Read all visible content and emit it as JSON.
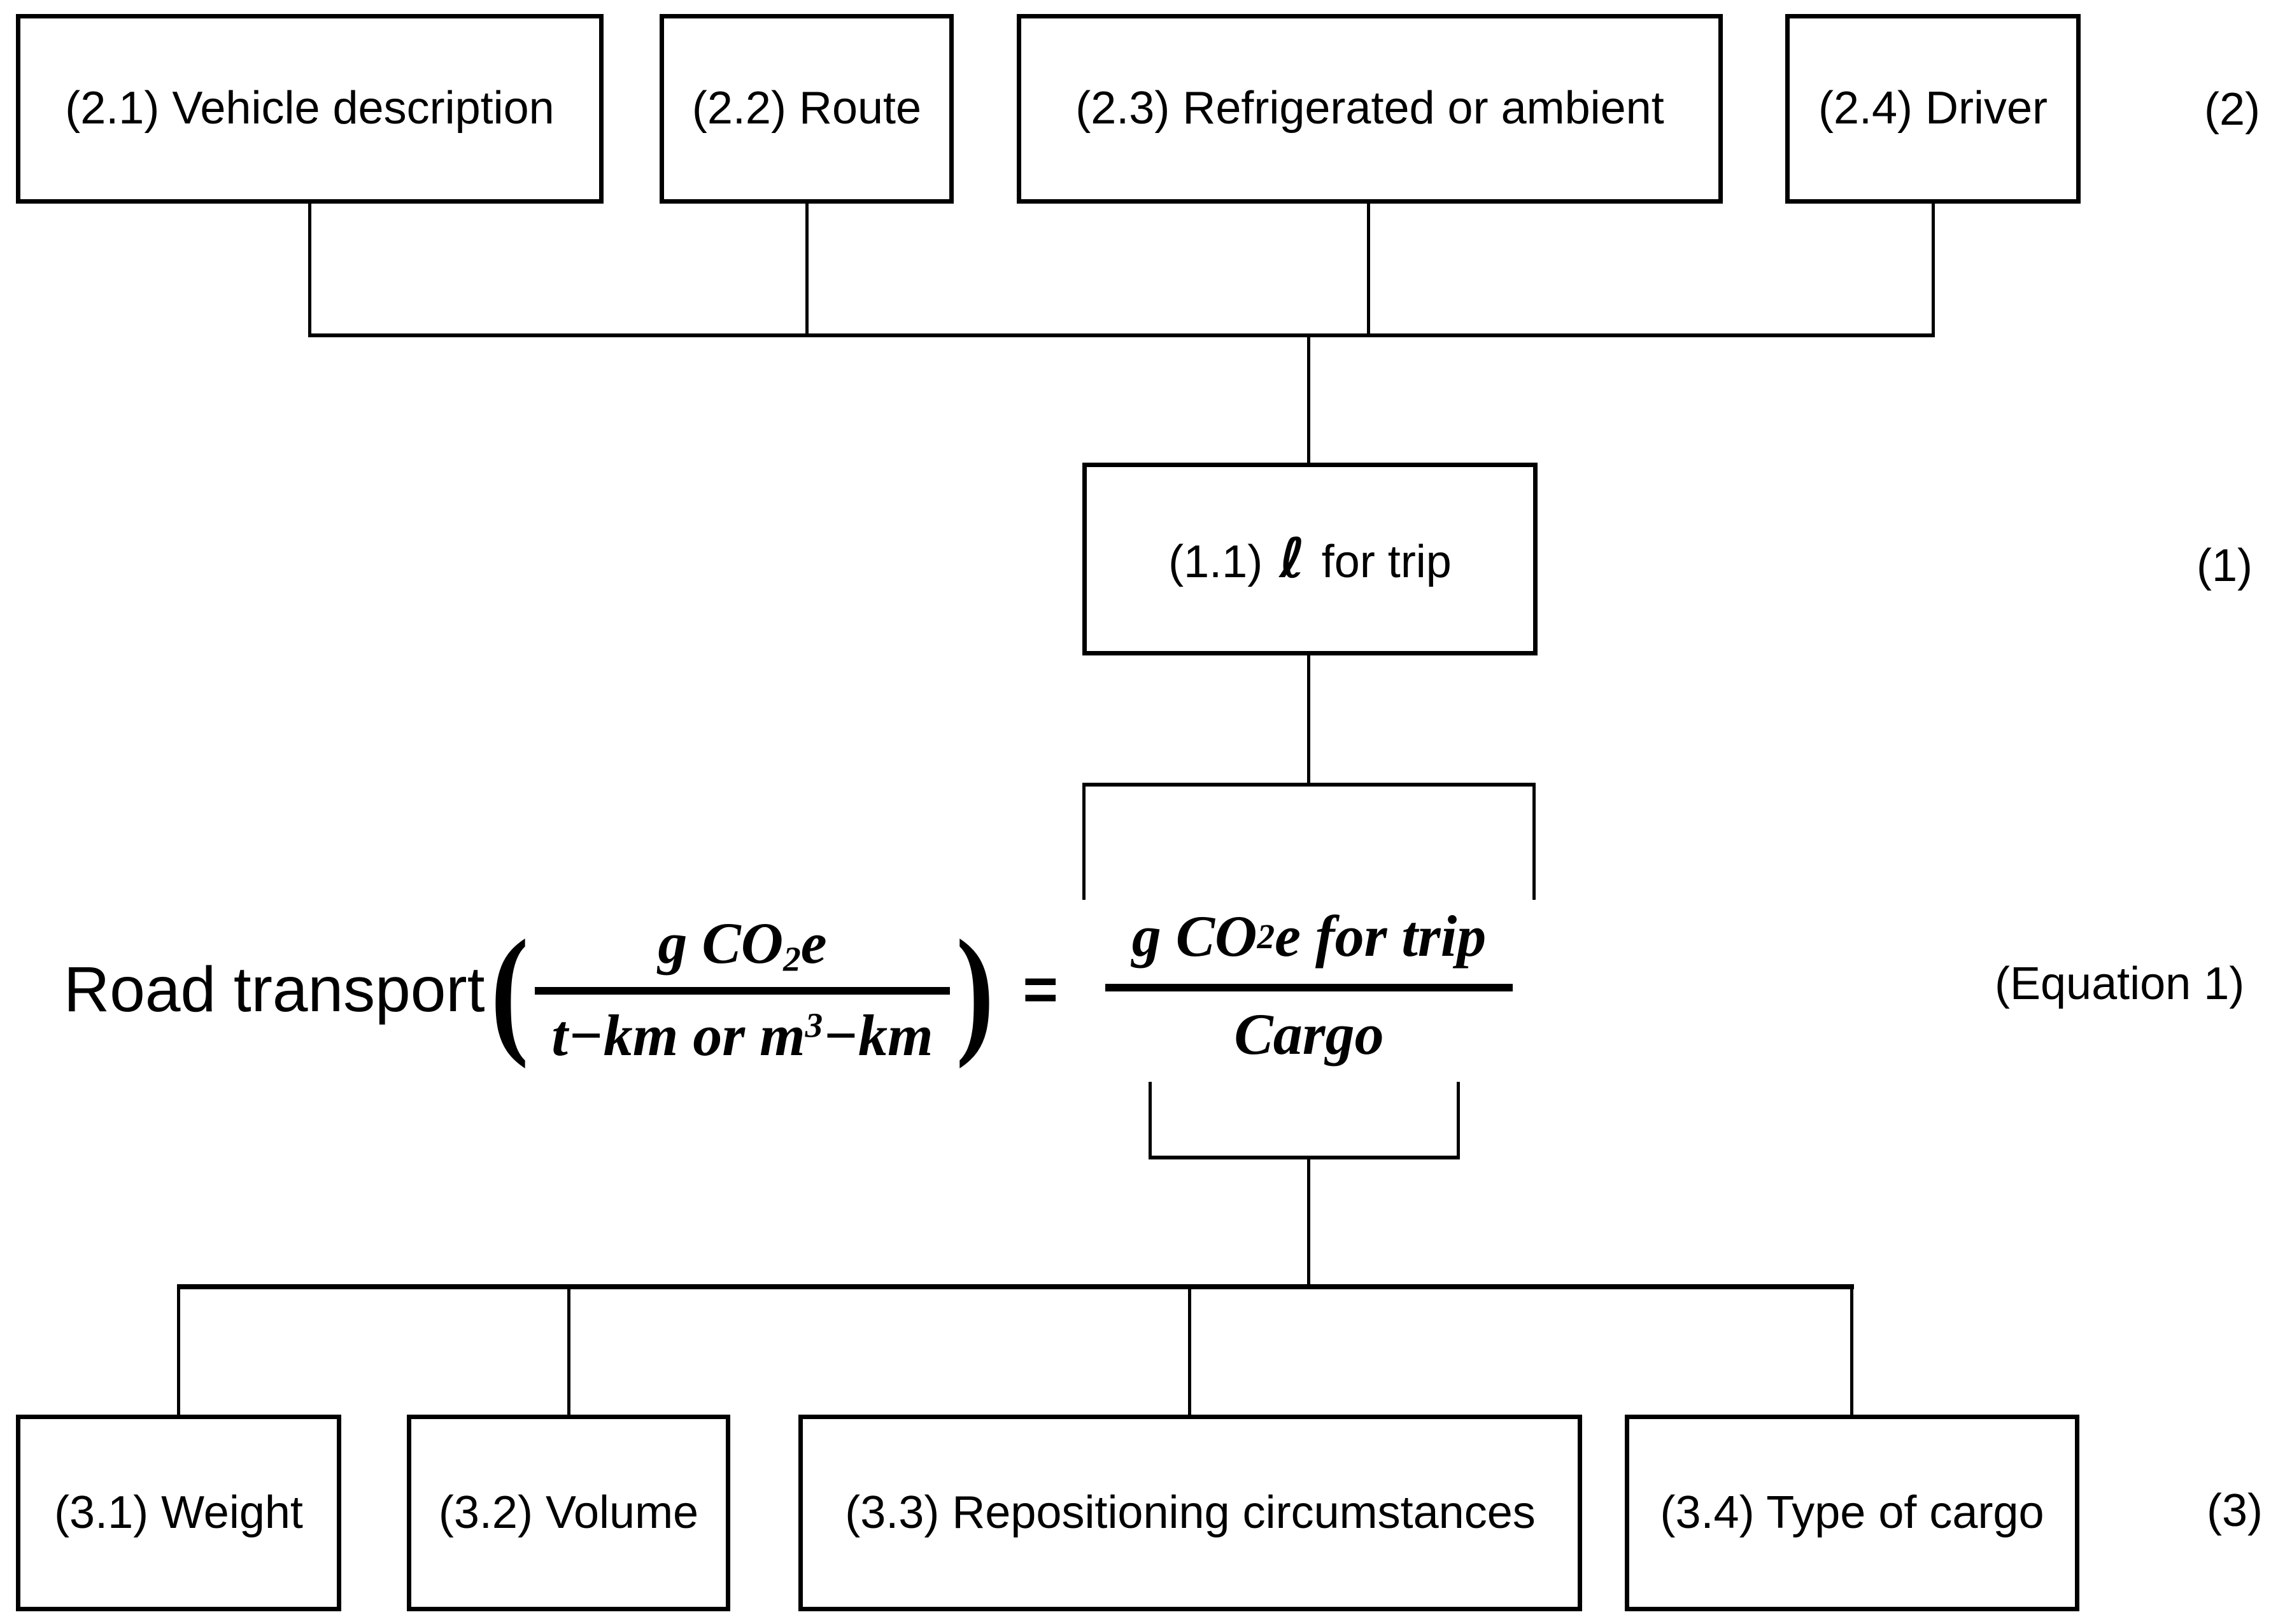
{
  "figure": {
    "level2": {
      "tag": "(2)",
      "boxes": [
        {
          "label": "(2.1) Vehicle description"
        },
        {
          "label": "(2.2) Route"
        },
        {
          "label": "(2.3) Refrigerated or ambient"
        },
        {
          "label": "(2.4) Driver"
        }
      ]
    },
    "level1": {
      "tag": "(1)",
      "box": {
        "prefix": "(1.1)",
        "symbol": "ℓ",
        "suffix": "for trip"
      }
    },
    "equation": {
      "tag": "(Equation 1)",
      "lhs_label": "Road transport",
      "open_paren": "(",
      "close_paren": ")",
      "equals": "=",
      "lhs_fraction": {
        "num_pre": "g CO",
        "num_sub": "2",
        "num_post": "e",
        "den_pre": "t−km or m",
        "den_sup": "3",
        "den_post": "−km"
      },
      "rhs_fraction": {
        "num_pre": "g CO",
        "num_sub": "2",
        "num_post": "e for trip",
        "den": "Cargo"
      }
    },
    "level3": {
      "tag": "(3)",
      "boxes": [
        {
          "label": "(3.1) Weight"
        },
        {
          "label": "(3.2) Volume"
        },
        {
          "label": "(3.3) Repositioning circumstances"
        },
        {
          "label": "(3.4) Type of cargo"
        }
      ]
    }
  }
}
